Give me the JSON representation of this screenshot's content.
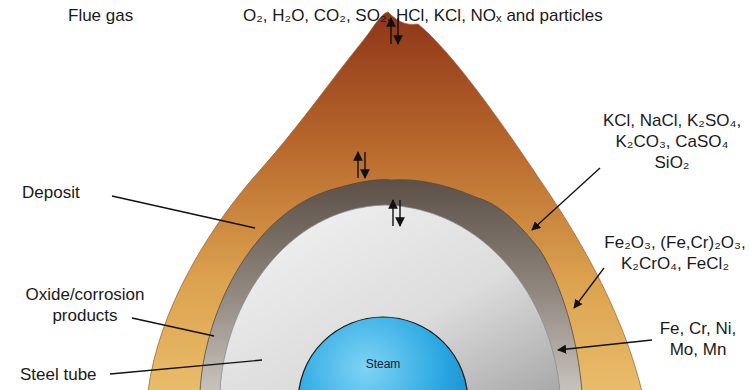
{
  "diagram": {
    "nodes": [
      {
        "text": [
          "Steam"
        ]
      }
    ],
    "labels": [
      "Flue gas",
      "O₂, H₂O, CO₂, SO₂, HCl, KCl, NOₓ and particles",
      "Deposit",
      "KCl, NaCl, K₂SO₄, K₂CO₃, CaSO₄ SiO₂",
      "Oxide/corrosion products",
      "Fe₂O₃, (Fe,Cr)₂O₃, K₂CrO₄, FeCl₂",
      "Steel tube",
      "Fe, Cr, Ni, Mo, Mn"
    ]
  }
}
